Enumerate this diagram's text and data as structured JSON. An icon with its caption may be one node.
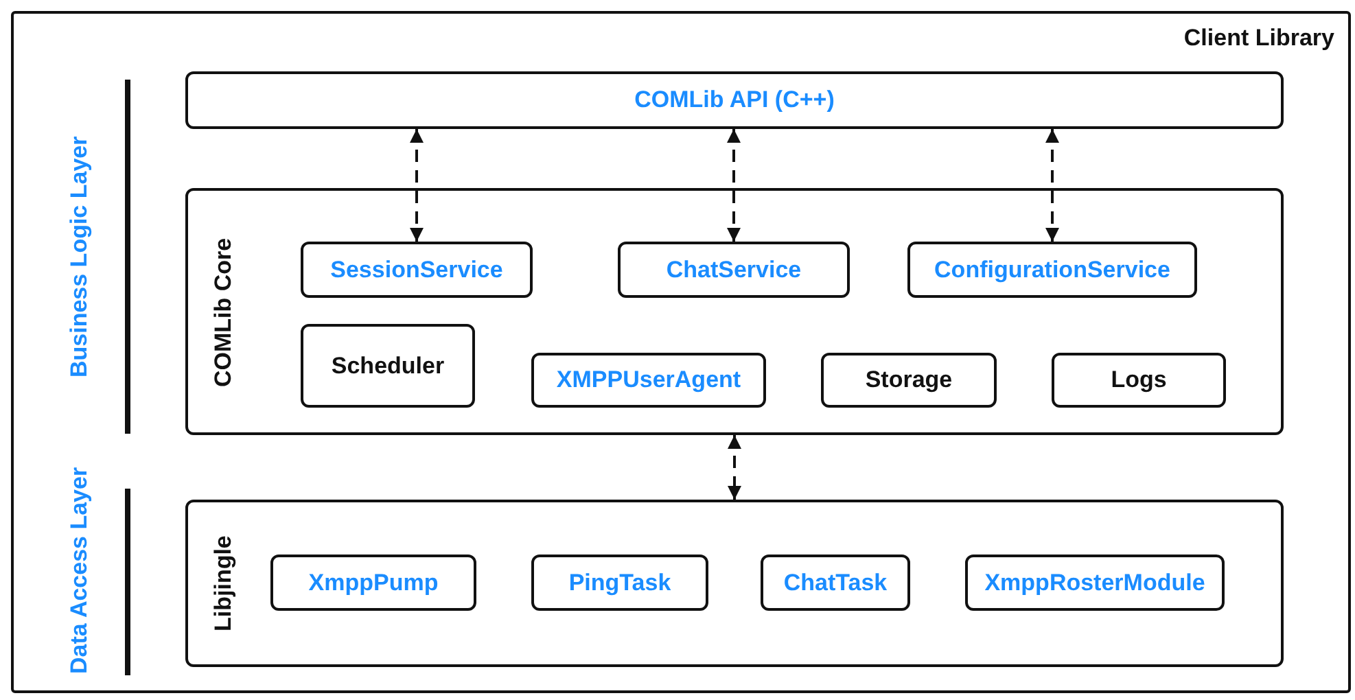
{
  "diagram": {
    "nodes": [
      {
        "text": [
          "Client Library"
        ]
      },
      {
        "text": [
          "COMLib API (C++)"
        ],
        "in": 0
      },
      {
        "text": [
          "COMLib Core"
        ],
        "in": 0
      },
      {
        "text": [
          "SessionService"
        ],
        "in": 2
      },
      {
        "text": [
          "ChatService"
        ],
        "in": 2
      },
      {
        "text": [
          "ConfigurationService"
        ],
        "in": 2
      },
      {
        "text": [
          "Scheduler"
        ],
        "in": 2
      },
      {
        "text": [
          "XMPPUserAgent"
        ],
        "in": 2
      },
      {
        "text": [
          "Storage"
        ],
        "in": 2
      },
      {
        "text": [
          "Logs"
        ],
        "in": 2
      },
      {
        "text": [
          "Libjingle"
        ],
        "in": 0
      },
      {
        "text": [
          "XmppPump"
        ],
        "in": 10
      },
      {
        "text": [
          "PingTask"
        ],
        "in": 10
      },
      {
        "text": [
          "ChatTask"
        ],
        "in": 10
      },
      {
        "text": [
          "XmppRosterModule"
        ],
        "in": 10
      }
    ],
    "edges": [
      {
        "from": 1,
        "to": 3,
        "arrow": "both",
        "style": "dashed"
      },
      {
        "from": 1,
        "to": 4,
        "arrow": "both",
        "style": "dashed"
      },
      {
        "from": 1,
        "to": 5,
        "arrow": "both",
        "style": "dashed"
      },
      {
        "from": 2,
        "to": 10,
        "arrow": "both",
        "style": "dashed"
      }
    ],
    "labels": [
      "Business Logic Layer",
      "Data Access Layer"
    ]
  }
}
